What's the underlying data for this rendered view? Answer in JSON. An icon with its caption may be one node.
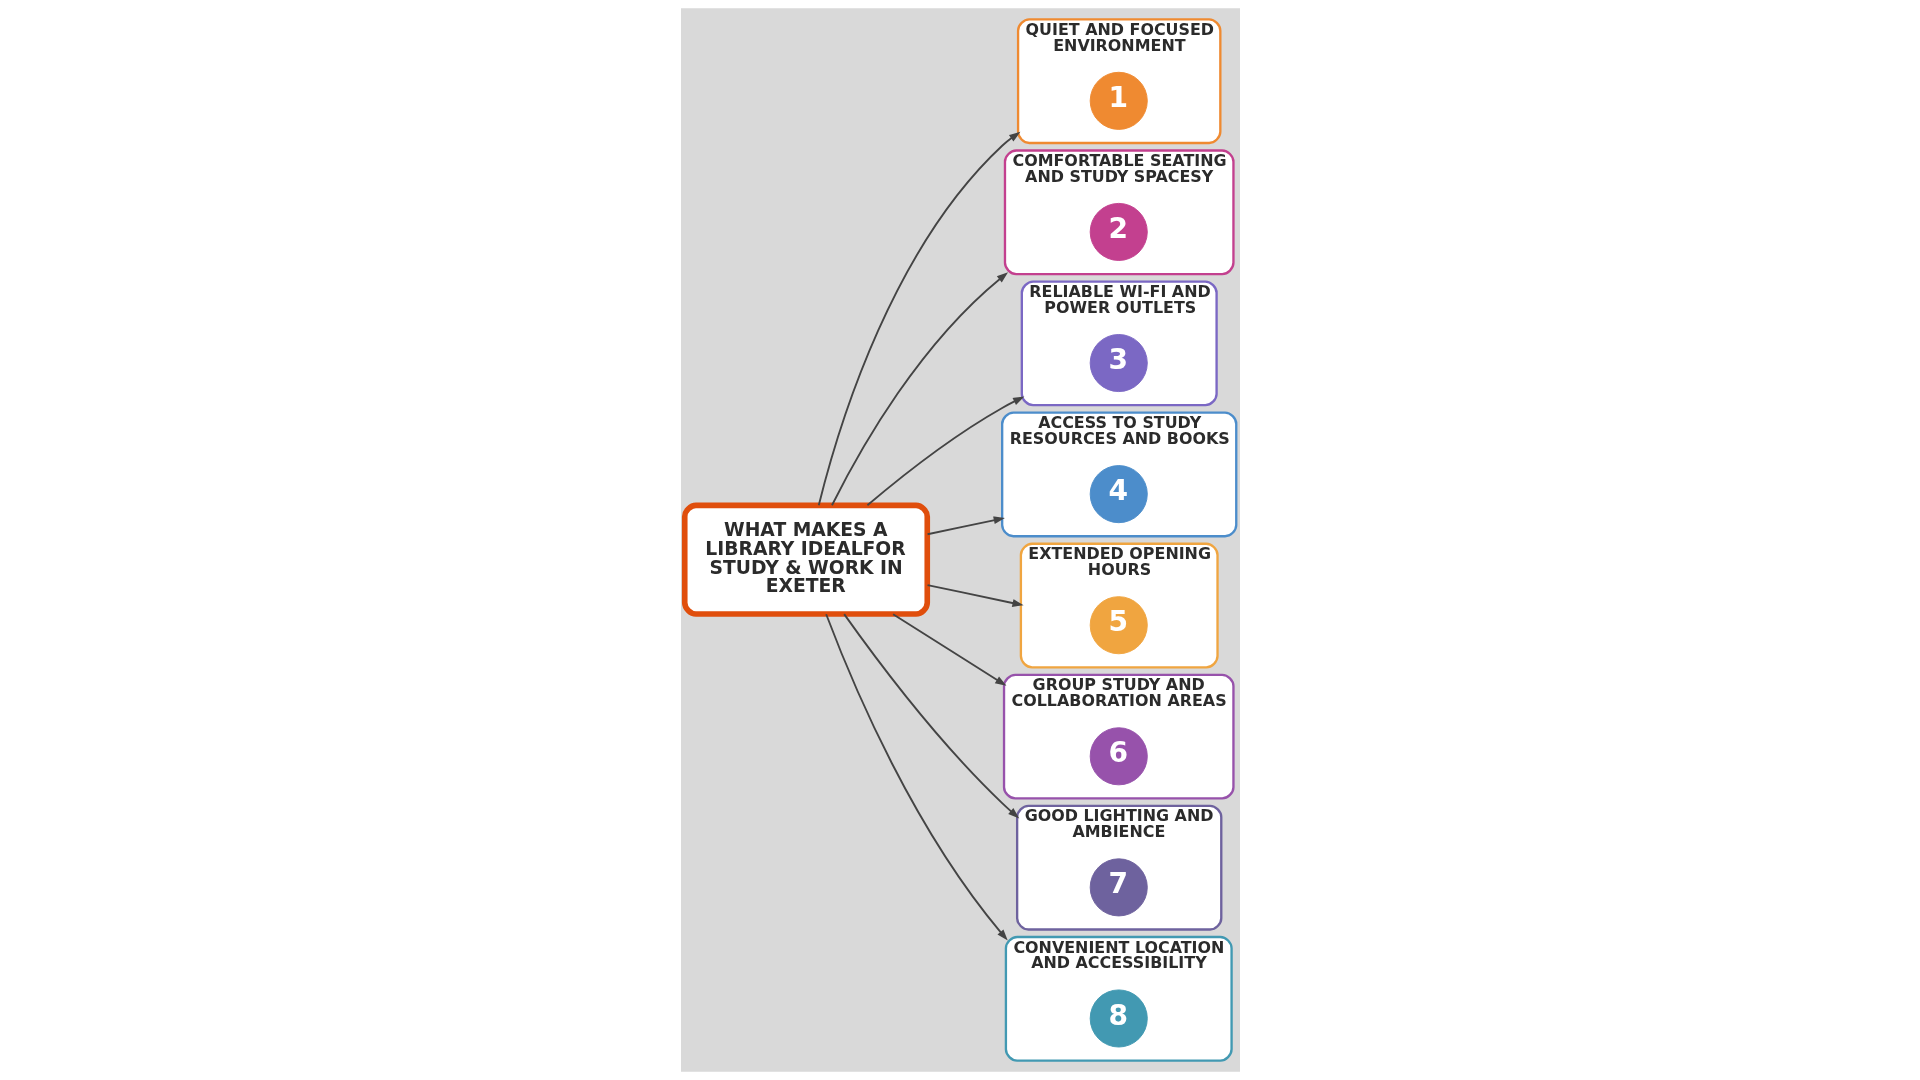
{
  "diagram": {
    "nodes": [
      {
        "text": [
          "WHAT MAKES A LIBRARY IDEALFOR STUDY & WORK IN EXETER"
        ]
      },
      {
        "text": [
          "QUIET AND FOCUSED ENVIRONMENT"
        ]
      },
      {
        "text": [
          "1"
        ],
        "in": 1
      },
      {
        "text": [
          "COMFORTABLE SEATING AND STUDY SPACESY"
        ]
      },
      {
        "text": [
          "2"
        ],
        "in": 3
      },
      {
        "text": [
          "RELIABLE WI-FI AND POWER OUTLETS"
        ]
      },
      {
        "text": [
          "3"
        ],
        "in": 5
      },
      {
        "text": [
          "ACCESS TO STUDY RESOURCES AND BOOKS"
        ]
      },
      {
        "text": [
          "4"
        ],
        "in": 7
      },
      {
        "text": [
          "EXTENDED OPENING HOURS"
        ]
      },
      {
        "text": [
          "5"
        ],
        "in": 9
      },
      {
        "text": [
          "GROUP STUDY AND COLLABORATION AREAS"
        ]
      },
      {
        "text": [
          "6"
        ],
        "in": 11
      },
      {
        "text": [
          "GOOD LIGHTING AND AMBIENCE"
        ]
      },
      {
        "text": [
          "7"
        ],
        "in": 13
      },
      {
        "text": [
          "CONVENIENT LOCATION AND ACCESSIBILITY"
        ]
      },
      {
        "text": [
          "8"
        ],
        "in": 15
      }
    ],
    "edges": [
      {
        "from": 0,
        "to": 1,
        "arrow": "to"
      },
      {
        "from": 0,
        "to": 3,
        "arrow": "to"
      },
      {
        "from": 0,
        "to": 5,
        "arrow": "to"
      },
      {
        "from": 0,
        "to": 7,
        "arrow": "to"
      },
      {
        "from": 0,
        "to": 9,
        "arrow": "to"
      },
      {
        "from": 0,
        "to": 11,
        "arrow": "to"
      },
      {
        "from": 0,
        "to": 13,
        "arrow": "to"
      },
      {
        "from": 0,
        "to": 15,
        "arrow": "to"
      }
    ]
  }
}
